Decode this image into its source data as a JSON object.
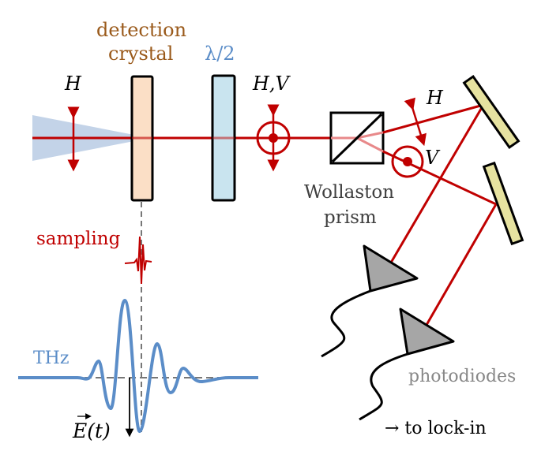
{
  "labels": {
    "detection_crystal_line1": "detection",
    "detection_crystal_line2": "crystal",
    "half_wave_plate": "λ/2",
    "pol_h_input": "H",
    "pol_hv": "H,V",
    "pol_h_out": "H",
    "pol_v_out": "V",
    "wollaston_line1": "Wollaston",
    "wollaston_line2": "prism",
    "sampling": "sampling",
    "thz": "THz",
    "field": "E(t)",
    "photodiodes": "photodiodes",
    "to_lockin": "→ to lock-in"
  },
  "colors": {
    "laser": "#c00000",
    "laser_faint": "#e8898a",
    "thz": "#5b8dc8",
    "thz_beam": "#c3d3e8",
    "crystal_fill": "#fbdfc6",
    "waveplate_fill": "#c9e4ef",
    "mirror_fill": "#e6e2a0",
    "photodiode_fill": "#a6a6a6",
    "crystal_text": "#9a5a1b",
    "waveplate_text": "#5b8dc8",
    "gray_text": "#404040",
    "photodiode_text": "#888888"
  }
}
